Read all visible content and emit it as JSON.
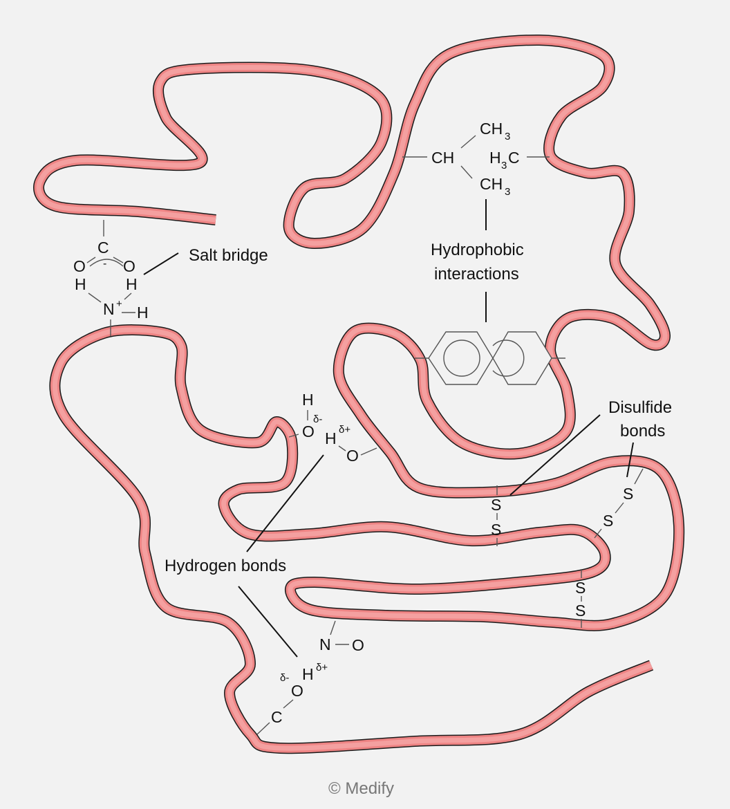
{
  "labels": {
    "salt_bridge": "Salt bridge",
    "hydrophobic_1": "Hydrophobic",
    "hydrophobic_2": "interactions",
    "hydrogen_bonds": "Hydrogen bonds",
    "disulfide_1": "Disulfide",
    "disulfide_2": "bonds"
  },
  "chem": {
    "C": "C",
    "O": "O",
    "H": "H",
    "N": "N",
    "S": "S",
    "CH": "CH",
    "CH3": "CH",
    "three": "3",
    "H3C_H": "H",
    "H3C_C": "C",
    "minus": "-",
    "plus": "+",
    "delta_minus": "δ-",
    "delta_plus": "δ+"
  },
  "copyright": "© Medify",
  "colors": {
    "ribbon": "#f4a0a0",
    "ribbon_dark": "#ee8484",
    "outline": "#1a1a1a",
    "background": "#f2f2f2"
  }
}
